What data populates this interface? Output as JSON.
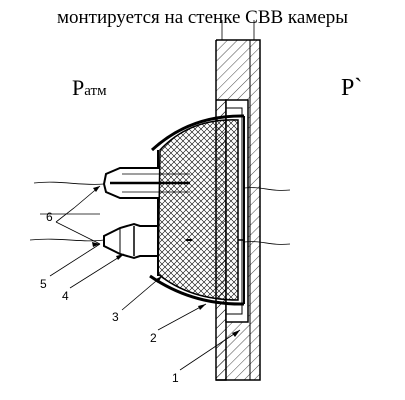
{
  "caption": "монтируется на стенке СВВ камеры",
  "pressure_left": {
    "symbol": "Р",
    "subscript": "атм"
  },
  "pressure_right": "Р`",
  "callouts": [
    "1",
    "2",
    "3",
    "4",
    "5",
    "6"
  ],
  "colors": {
    "line": "#000000",
    "background": "#ffffff"
  }
}
